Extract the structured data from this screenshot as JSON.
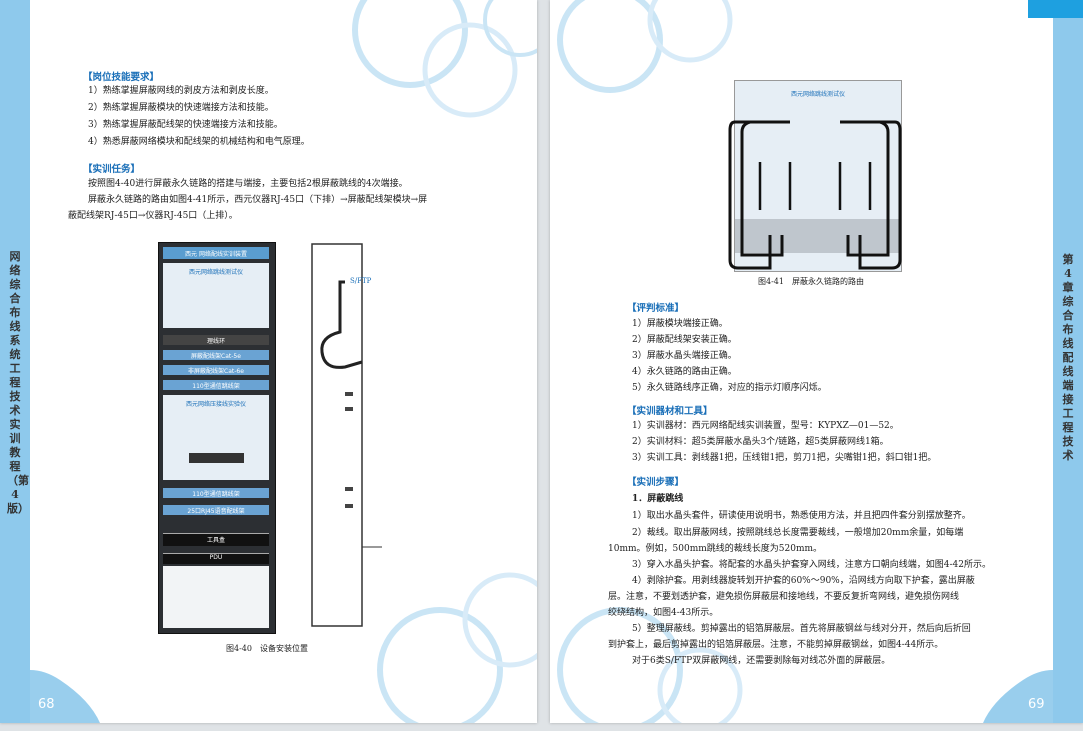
{
  "left": {
    "side_title": "网络综合布线系统工程技术实训教程（第4版）",
    "page_number": "68",
    "sections": {
      "skills_header": "【岗位技能要求】",
      "skills": [
        "1）熟练掌握屏蔽网线的剥皮方法和剥皮长度。",
        "2）熟练掌握屏蔽模块的快速端接方法和技能。",
        "3）熟练掌握屏蔽配线架的快速端接方法和技能。",
        "4）熟悉屏蔽网络模块和配线架的机械结构和电气原理。"
      ],
      "task_header": "【实训任务】",
      "task_lines": [
        "按照图4-40进行屏蔽永久链路的搭建与端接，主要包括2根屏蔽跳线的4次端接。",
        "屏蔽永久链路的路由如图4-41所示，西元仪器RJ-45口（下排）→屏蔽配线架模块→屏",
        "蔽配线架RJ-45口→仪器RJ-45口（上排）。"
      ]
    },
    "figure": {
      "caption": "图4-40　设备安装位置",
      "rack_labels": {
        "top_banner": "西元 网络配线实训装置",
        "tester": "西元网络跳线测试仪",
        "ring1": "理线环",
        "patch_cat5e": "屏蔽配线架Cat-5e",
        "patch_cat6": "非屏蔽配线架Cat-6e",
        "panel110a": "110型通信跳线架",
        "crimper": "西元网络压接线实验仪",
        "panel110b": "110型通信跳线架",
        "rj45_panel": "25口RJ45语音配线架",
        "toolbox": "工具盒",
        "pdu": "PDU"
      },
      "sftp_label": "S/FTP"
    }
  },
  "right": {
    "side_title": "第4章 综合布线配线端接工程技术",
    "page_number": "69",
    "figure": {
      "caption": "图4-41　屏蔽永久链路的路由",
      "device_title": "西元网络跳线测试仪"
    },
    "criteria_header": "【评判标准】",
    "criteria": [
      "1）屏蔽模块端接正确。",
      "2）屏蔽配线架安装正确。",
      "3）屏蔽水晶头端接正确。",
      "4）永久链路的路由正确。",
      "5）永久链路线序正确，对应的指示灯顺序闪烁。"
    ],
    "equipment_header": "【实训器材和工具】",
    "equipment": [
      "1）实训器材：西元网络配线实训装置，型号：KYPXZ—01—52。",
      "2）实训材料：超5类屏蔽水晶头3个/链路，超5类屏蔽网线1箱。",
      "3）实训工具：剥线器1把，压线钳1把，剪刀1把，尖嘴钳1把，斜口钳1把。"
    ],
    "steps_header": "【实训步骤】",
    "steps_sub": "1．屏蔽跳线",
    "steps": [
      "1）取出水晶头套件，研读使用说明书，熟悉使用方法，并且把四件套分别摆放整齐。",
      "2）裁线。取出屏蔽网线，按照跳线总长度需要裁线，一般增加20mm余量，如每端",
      "10mm。例如，500mm跳线的裁线长度为520mm。",
      "3）穿入水晶头护套。将配套的水晶头护套穿入网线，注意方口朝向线端，如图4-42所示。",
      "4）剥除护套。用剥线器旋转划开护套的60%～90%，沿网线方向取下护套，露出屏蔽",
      "层。注意，不要划透护套，避免损伤屏蔽层和接地线，不要反复折弯网线，避免损伤网线",
      "绞绕结构，如图4-43所示。",
      "5）整理屏蔽线。剪掉露出的铝箔屏蔽层。首先将屏蔽钢丝与线对分开，然后向后折回",
      "到护套上，最后剪掉露出的铝箔屏蔽层。注意，不能剪掉屏蔽钢丝，如图4-44所示。",
      "对于6类S/FTP双屏蔽网线，还需要剥除每对线芯外面的屏蔽层。"
    ]
  }
}
